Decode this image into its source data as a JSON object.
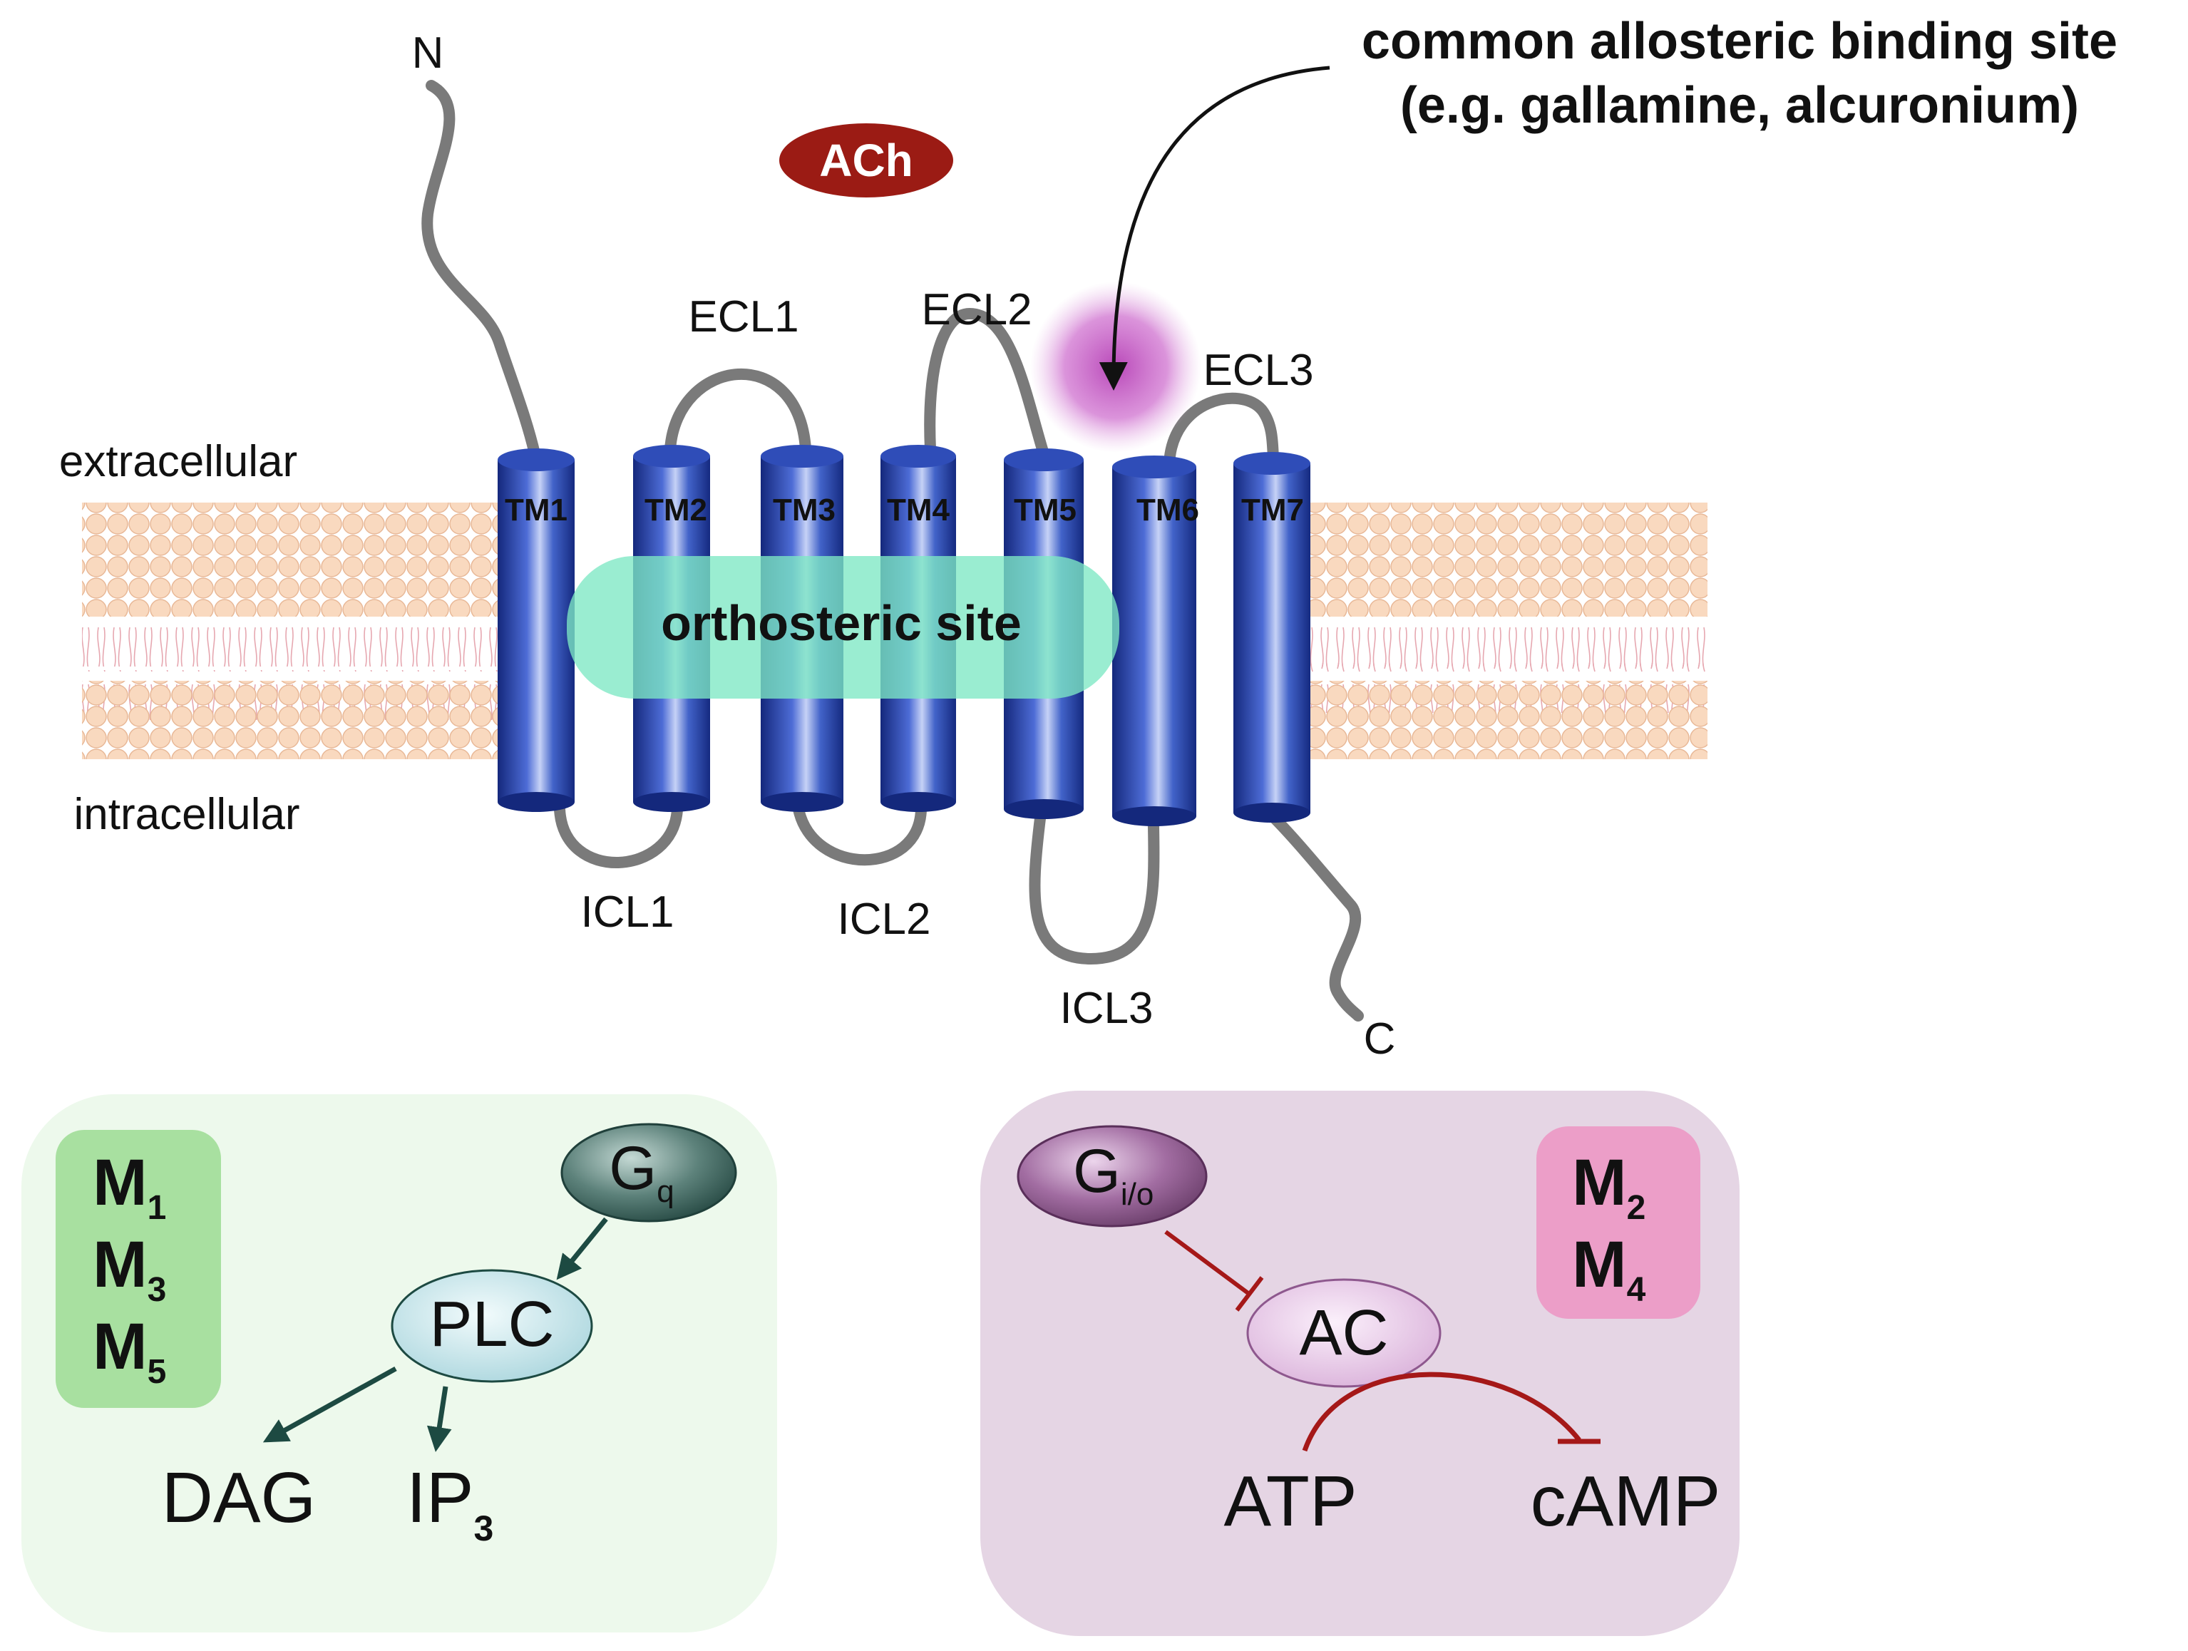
{
  "receptor": {
    "n_terminus": "N",
    "c_terminus": "C",
    "ligand": "ACh",
    "allosteric_label_line1": "common allosteric binding site",
    "allosteric_label_line2": "(e.g. gallamine, alcuronium)",
    "extracellular": "extracellular",
    "intracellular": "intracellular",
    "orthosteric": "orthosteric site",
    "helices": [
      "TM1",
      "TM2",
      "TM3",
      "TM4",
      "TM5",
      "TM6",
      "TM7"
    ],
    "extracellular_loops": [
      "ECL1",
      "ECL2",
      "ECL3"
    ],
    "intracellular_loops": [
      "ICL1",
      "ICL2",
      "ICL3"
    ]
  },
  "gq_pathway": {
    "subtype_letter": "M",
    "subtype_numbers": [
      "1",
      "3",
      "5"
    ],
    "g_protein": "G",
    "g_protein_sub": "q",
    "effector": "PLC",
    "product_1": "DAG",
    "product_2": "IP",
    "product_2_sub": "3"
  },
  "gi_pathway": {
    "subtype_letter": "M",
    "subtype_numbers": [
      "2",
      "4"
    ],
    "g_protein": "G",
    "g_protein_sub": "i/o",
    "effector": "AC",
    "substrate": "ATP",
    "product": "cAMP"
  },
  "colors": {
    "helix": "#1c3a9c",
    "loop": "#7a7a7a",
    "ligand": "#9b1b14",
    "orthosteric": "#7ee8c4",
    "allosteric_glow": "#c04fc0",
    "lipid": "#f9d9bf",
    "gq_panel": "#edf9ec",
    "gq_subtype_box": "#a8e0a0",
    "gi_panel": "#e5d5e4",
    "gi_subtype_box": "#ec9ec8",
    "inhibition": "#a51818",
    "activation": "#1d4a42"
  }
}
